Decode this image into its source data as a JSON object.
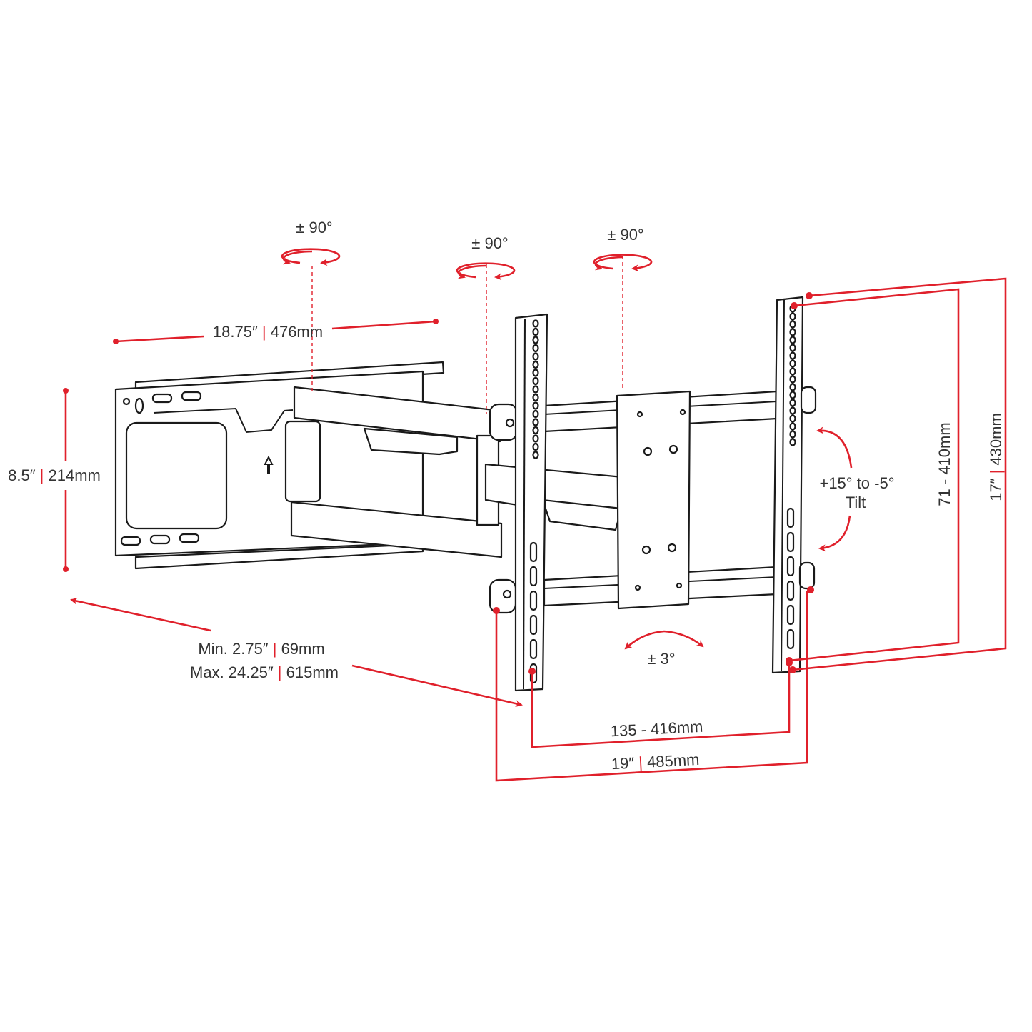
{
  "rotations": {
    "swivel_1": "± 90°",
    "swivel_2": "± 90°",
    "swivel_3": "± 90°",
    "level": "± 3°"
  },
  "dimensions": {
    "width": {
      "inch": "18.75″",
      "sep": "|",
      "mm": "476mm"
    },
    "height": {
      "inch": "8.5″",
      "sep": "|",
      "mm": "214mm"
    },
    "extension_min": {
      "prefix": "Min.  2.75″",
      "sep": "|",
      "mm": "69mm"
    },
    "extension_max": {
      "prefix": "Max.  24.25″",
      "sep": "|",
      "mm": "615mm"
    },
    "vesa_horizontal": "135 - 416mm",
    "overall_width": {
      "inch": "19″",
      "sep": "|",
      "mm": "485mm"
    },
    "vesa_vertical": "71 - 410mm",
    "overall_height": {
      "inch": "17″",
      "sep": "|",
      "mm": "430mm"
    }
  },
  "tilt": {
    "range": "+15° to -5°",
    "label": "Tilt"
  },
  "colors": {
    "accent": "#e0202b",
    "line": "#1a1a1a"
  }
}
